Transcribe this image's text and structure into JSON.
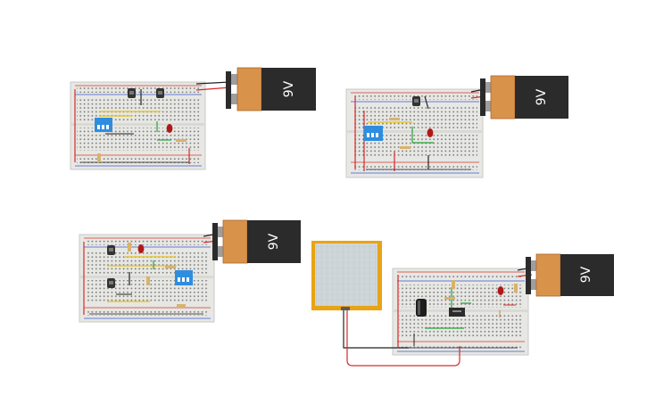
{
  "workspace": {
    "background_color": "#ffffff"
  },
  "colors": {
    "breadboard": "#e7e7e4",
    "rail_red": "#d43a2f",
    "rail_blue": "#3a5bd4",
    "battery_body": "#2b2b2b",
    "battery_cap": "#d9924a",
    "wire_red": "#d62a2a",
    "wire_black": "#222222",
    "wire_green": "#27a33a",
    "wire_yellow": "#e6c21a",
    "dip_switch": "#2f8de0",
    "led_red": "#b01818",
    "perfboard_frame": "#e8a415",
    "perfboard_grid": "#cfd6da"
  },
  "circuits": [
    {
      "id": "circuit-1",
      "battery_label": "9V"
    },
    {
      "id": "circuit-2",
      "battery_label": "9V"
    },
    {
      "id": "circuit-3",
      "battery_label": "9V"
    },
    {
      "id": "circuit-4",
      "battery_label": "9V"
    }
  ]
}
